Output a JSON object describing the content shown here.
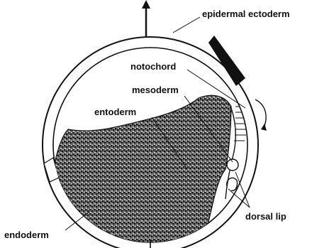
{
  "labels": {
    "epidermal_ectoderm": "epidermal ectoderm",
    "notochord": "notochord",
    "mesoderm": "mesoderm",
    "entoderm": "entoderm",
    "endoderm": "endoderm",
    "dorsal_lip": "dorsal lip"
  },
  "colors": {
    "ink": "#111111",
    "paper": "#ffffff",
    "stipple": "#1e1e1e",
    "notochord_band": "#111111"
  }
}
